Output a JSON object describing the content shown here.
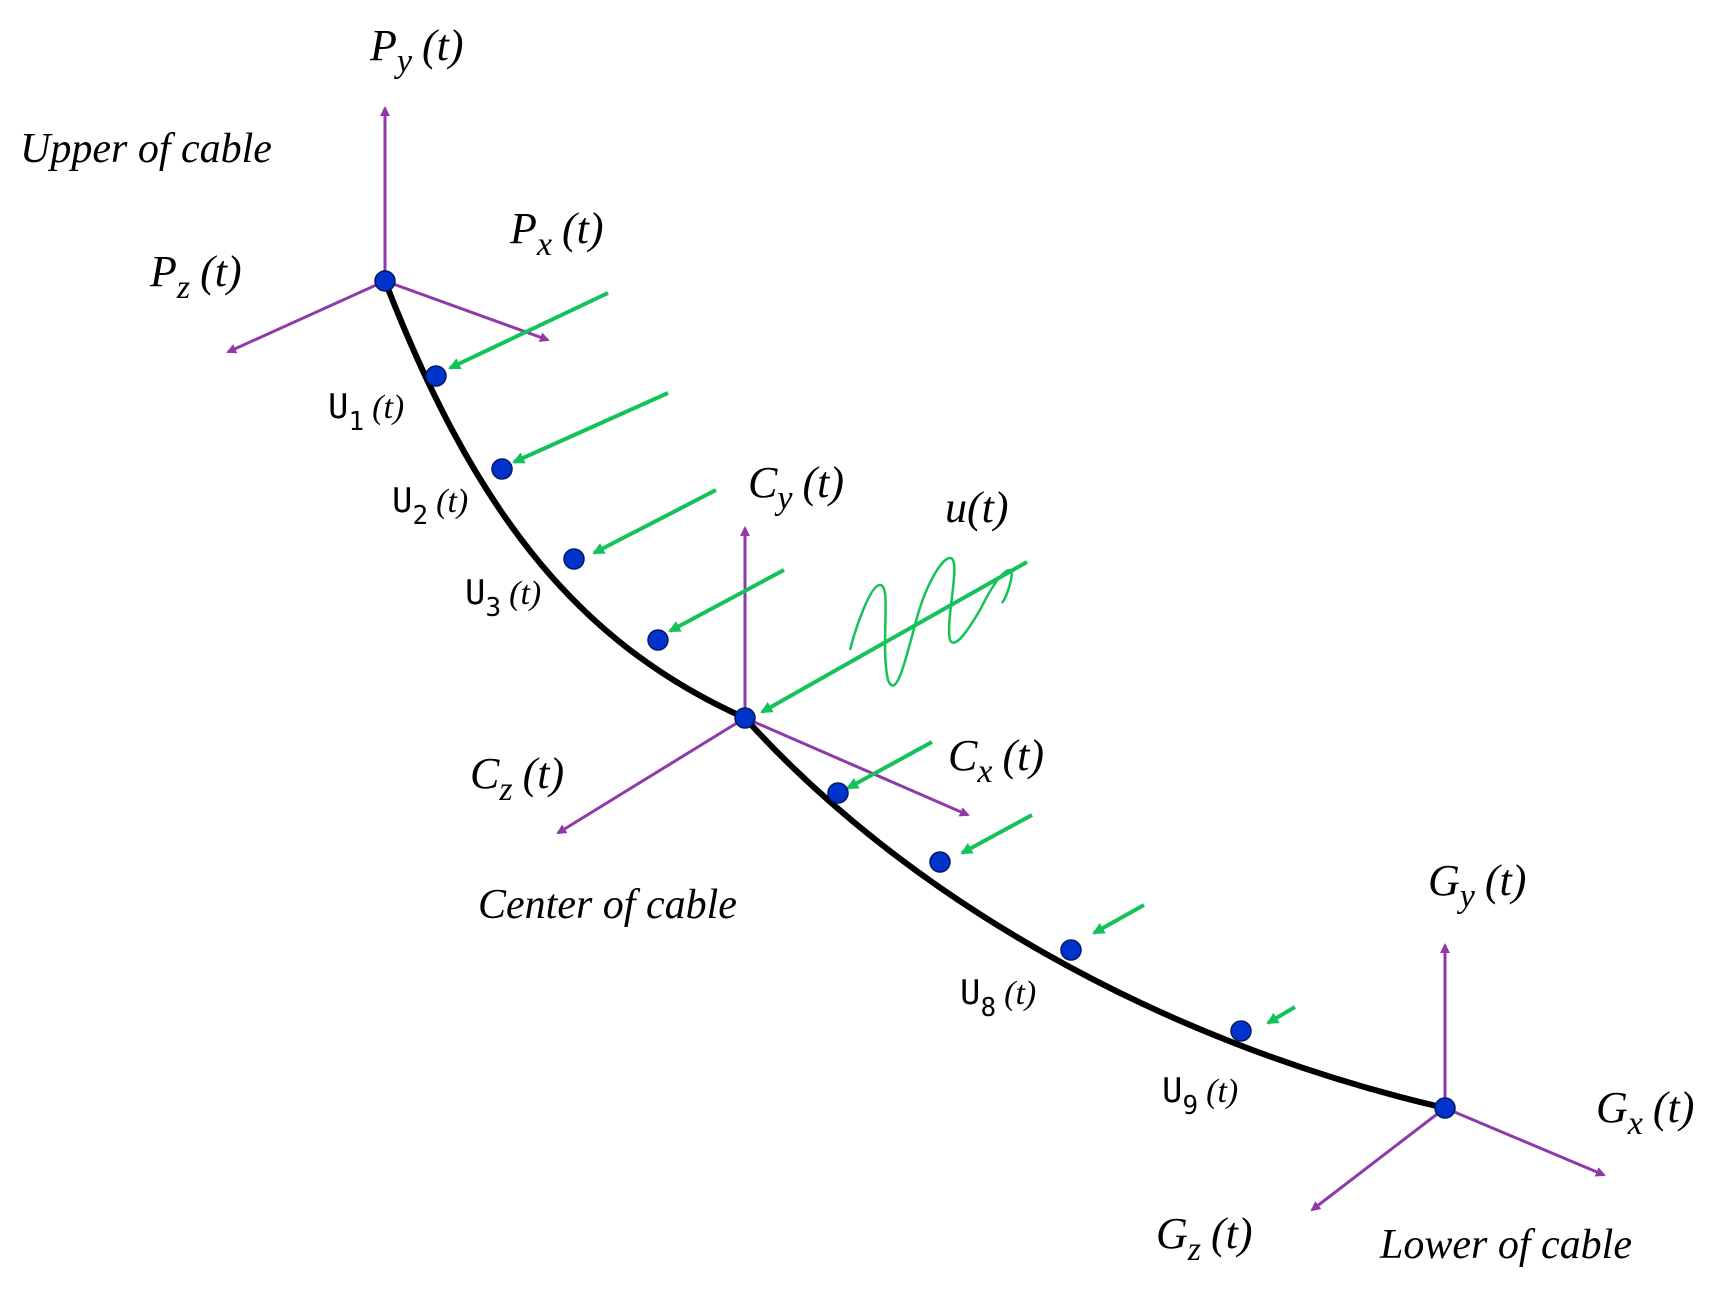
{
  "labels": {
    "upper": "Upper of cable",
    "center": "Center of cable",
    "lower": "Lower of cable",
    "load": "u(t)",
    "Py": {
      "base": "P",
      "sub": "y",
      "arg": "(t)"
    },
    "Px": {
      "base": "P",
      "sub": "x",
      "arg": "(t)"
    },
    "Pz": {
      "base": "P",
      "sub": "z",
      "arg": "(t)"
    },
    "Cy": {
      "base": "C",
      "sub": "y",
      "arg": "(t)"
    },
    "Cx": {
      "base": "C",
      "sub": "x",
      "arg": "(t)"
    },
    "Cz": {
      "base": "C",
      "sub": "z",
      "arg": "(t)"
    },
    "Gy": {
      "base": "G",
      "sub": "y",
      "arg": "(t)"
    },
    "Gx": {
      "base": "G",
      "sub": "x",
      "arg": "(t)"
    },
    "Gz": {
      "base": "G",
      "sub": "z",
      "arg": "(t)"
    },
    "U1": {
      "base": "U",
      "sub": "1",
      "arg": "(t)"
    },
    "U2": {
      "base": "U",
      "sub": "2",
      "arg": "(t)"
    },
    "U3": {
      "base": "U",
      "sub": "3",
      "arg": "(t)"
    },
    "U8": {
      "base": "U",
      "sub": "8",
      "arg": "(t)"
    },
    "U9": {
      "base": "U",
      "sub": "9",
      "arg": "(t)"
    }
  },
  "colors": {
    "cable": "#000000",
    "node": "#0033cc",
    "axis": "#8e3aa8",
    "wind": "#14c25a"
  }
}
